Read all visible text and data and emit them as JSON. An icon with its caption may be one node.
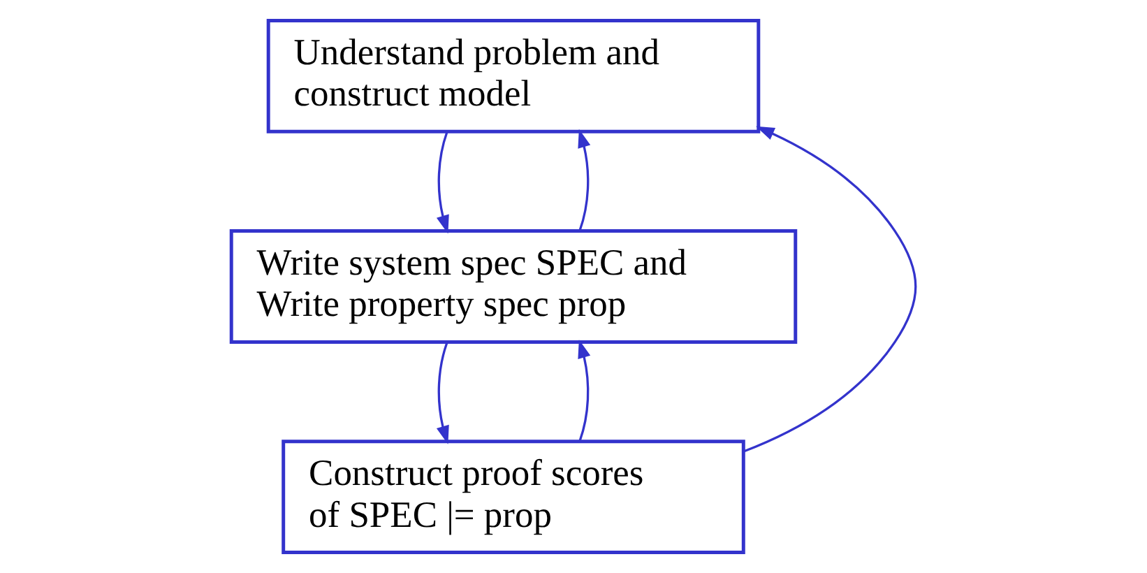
{
  "diagram": {
    "nodes": [
      {
        "text": [
          "Understand problem and construct model"
        ]
      },
      {
        "text": [
          "Write system spec SPEC and Write property spec prop"
        ]
      },
      {
        "text": [
          "Construct proof scores of SPEC |= prop"
        ]
      }
    ],
    "edges": [
      {
        "from": 0,
        "to": 1,
        "arrow": "to"
      },
      {
        "from": 1,
        "to": 2,
        "arrow": "to"
      },
      {
        "from": 2,
        "to": 0,
        "arrow": "to"
      },
      {
        "from": 2,
        "to": 1,
        "arrow": "to"
      },
      {
        "from": 1,
        "to": 0,
        "arrow": "to"
      }
    ]
  }
}
